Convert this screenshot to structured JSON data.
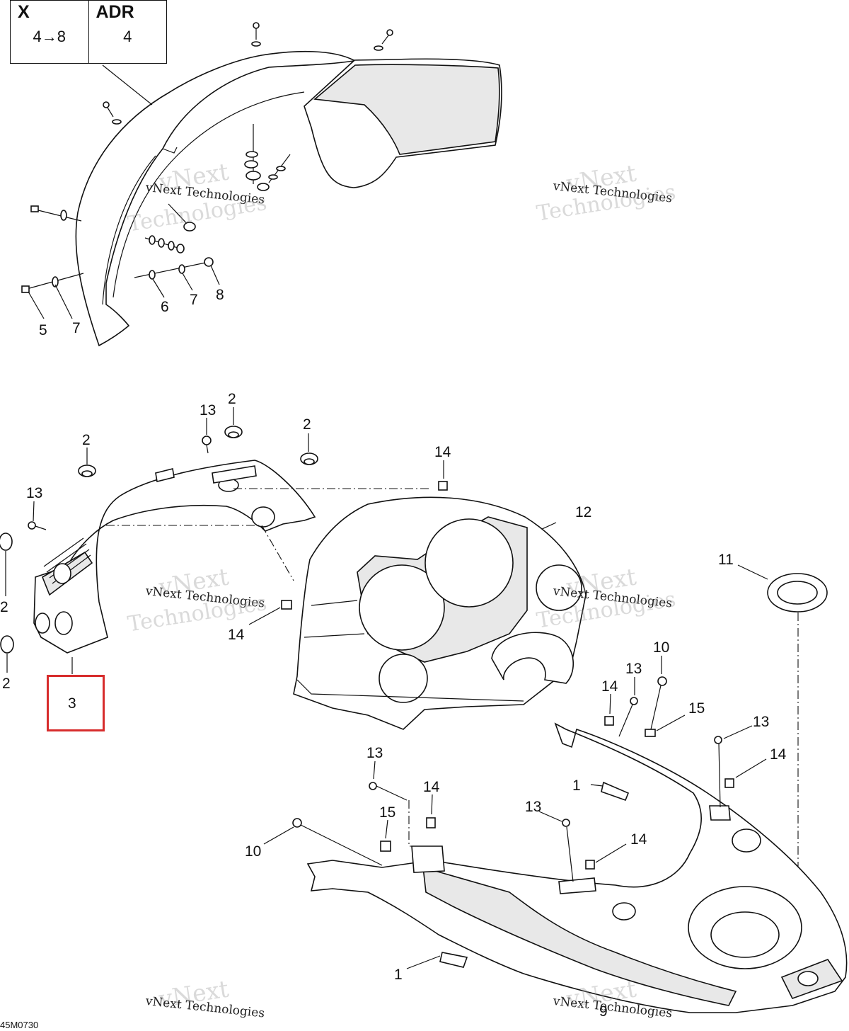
{
  "legend": {
    "col1_header": "X",
    "col1_value": "4→8",
    "col2_header": "ADR",
    "col2_value": "4"
  },
  "watermark": {
    "line1": "vNext Technologies",
    "line2_a": "vNext",
    "line2_b": "Technologies"
  },
  "diagram_code": "45M0730",
  "highlight_color": "#d72c2c",
  "callouts": {
    "top": [
      "5",
      "7",
      "6",
      "7",
      "8"
    ],
    "middle": [
      "2",
      "13",
      "2",
      "2",
      "13",
      "2",
      "2",
      "14",
      "12",
      "14",
      "11"
    ],
    "highlighted": "3",
    "bottom": [
      "10",
      "13",
      "14",
      "15",
      "13",
      "14",
      "1",
      "13",
      "14",
      "15",
      "10",
      "13",
      "14",
      "1",
      "9"
    ]
  }
}
